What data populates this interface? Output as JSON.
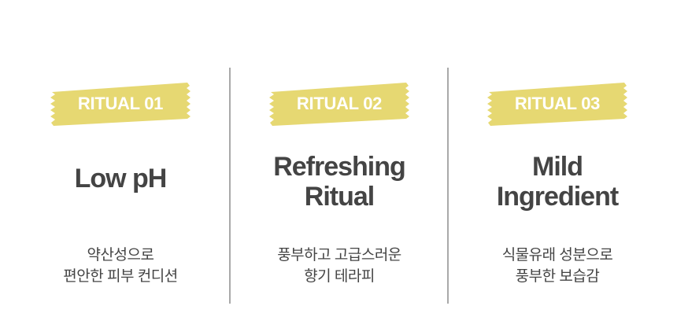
{
  "colors": {
    "tape": "#E6D872",
    "tape_text": "#FFFFFF",
    "heading": "#444444",
    "body_text": "#444444",
    "divider": "#A9A9A9",
    "background": "#FFFFFF"
  },
  "rituals": [
    {
      "badge": "RITUAL 01",
      "title_lines": [
        "Low pH"
      ],
      "desc_lines": [
        "약산성으로",
        "편안한 피부 컨디션"
      ]
    },
    {
      "badge": "RITUAL 02",
      "title_lines": [
        "Refreshing",
        "Ritual"
      ],
      "desc_lines": [
        "풍부하고 고급스러운",
        "향기 테라피"
      ]
    },
    {
      "badge": "RITUAL 03",
      "title_lines": [
        "Mild",
        "Ingredient"
      ],
      "desc_lines": [
        "식물유래 성분으로",
        "풍부한 보습감"
      ]
    }
  ]
}
